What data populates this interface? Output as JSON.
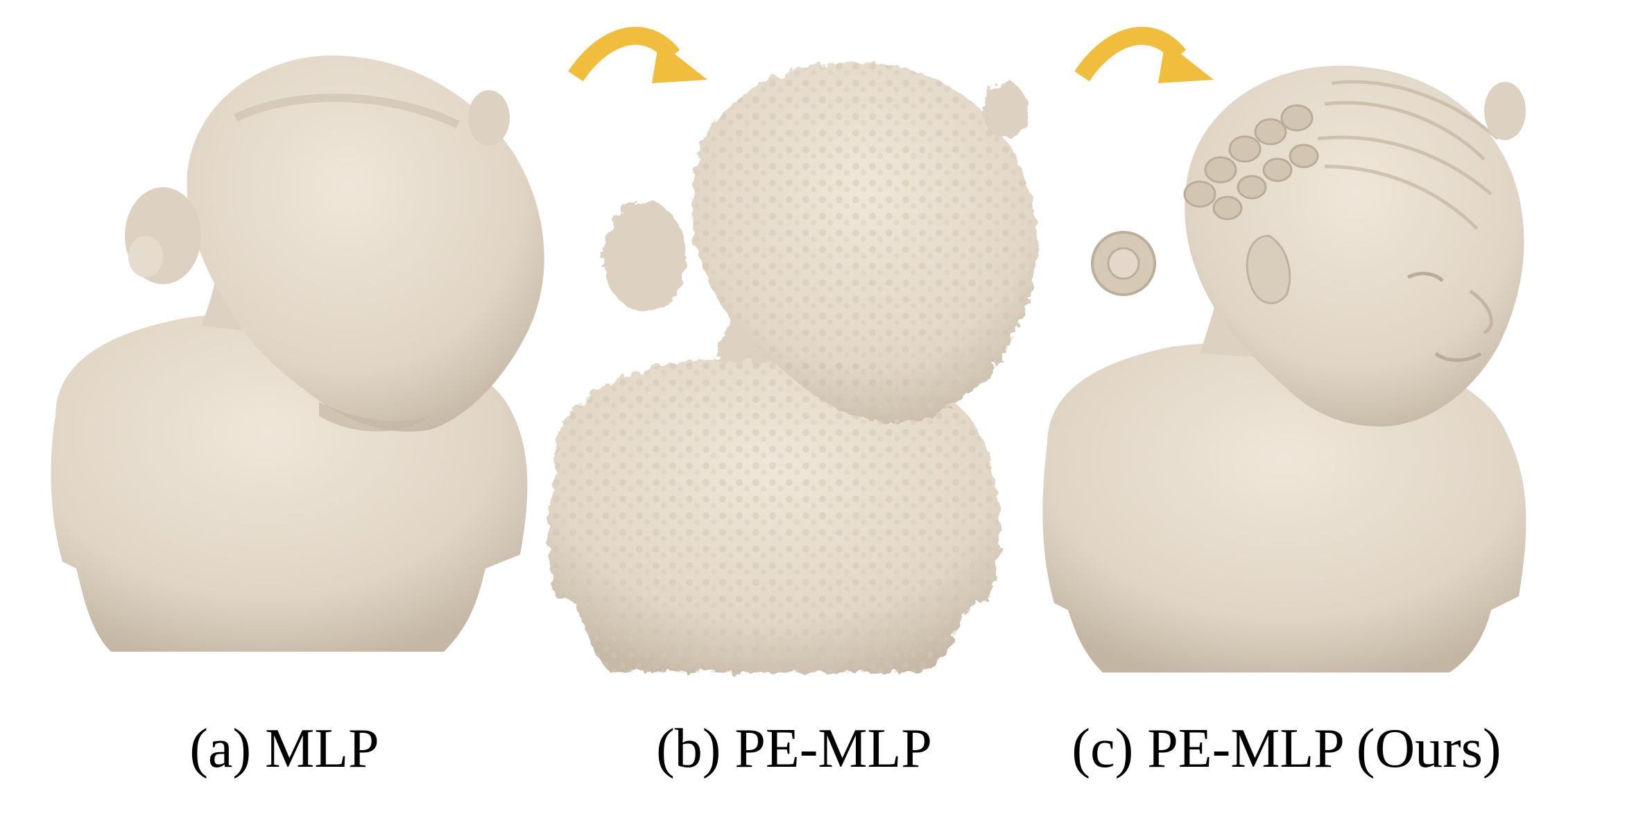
{
  "colors": {
    "background": "#ffffff",
    "surface_light": "#ece3d6",
    "surface_mid": "#ddd1c1",
    "surface_shadow": "#b9ac99",
    "arrow": "#f0bd3c",
    "caption_text": "#000000"
  },
  "panels": [
    {
      "caption": "(a) MLP"
    },
    {
      "caption": "(b) PE-MLP"
    },
    {
      "caption": "(c) PE-MLP (Ours)"
    }
  ]
}
